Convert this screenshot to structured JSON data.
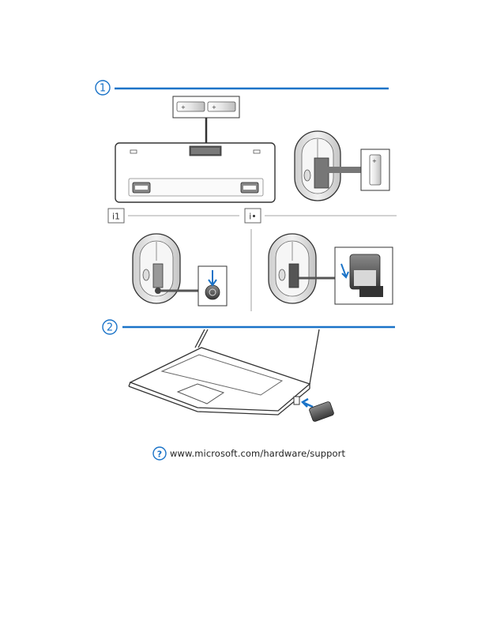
{
  "steps": [
    {
      "number": "1"
    },
    {
      "number": "2"
    }
  ],
  "sub_steps": [
    {
      "label": "i1"
    },
    {
      "label": "i•"
    }
  ],
  "support": {
    "icon": "question-icon",
    "icon_glyph": "?",
    "url": "www.microsoft.com/hardware/support"
  },
  "colors": {
    "accent": "#1a73c8",
    "line": "#444444"
  }
}
